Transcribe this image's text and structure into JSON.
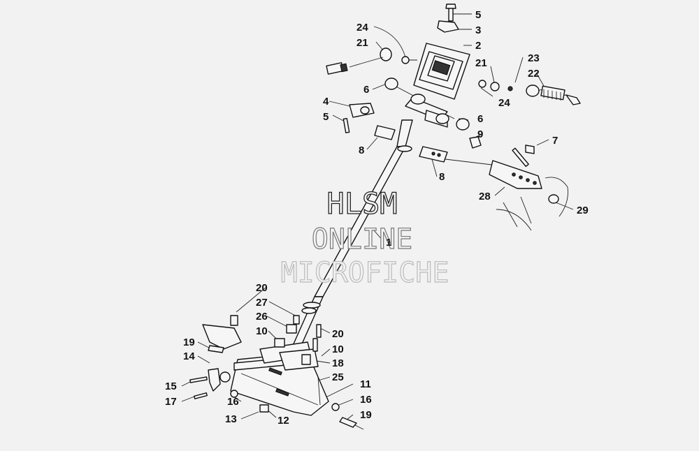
{
  "watermark": {
    "line1": "HLSM",
    "line2": "ONLINE",
    "line3": "MICROFICHE"
  },
  "callouts": [
    {
      "id": "c5a",
      "label": "5"
    },
    {
      "id": "c3",
      "label": "3"
    },
    {
      "id": "c2",
      "label": "2"
    },
    {
      "id": "c24a",
      "label": "24"
    },
    {
      "id": "c21a",
      "label": "21"
    },
    {
      "id": "c23",
      "label": "23"
    },
    {
      "id": "c22",
      "label": "22"
    },
    {
      "id": "c21b",
      "label": "21"
    },
    {
      "id": "c24b",
      "label": "24"
    },
    {
      "id": "c6a",
      "label": "6"
    },
    {
      "id": "c4",
      "label": "4"
    },
    {
      "id": "c5b",
      "label": "5"
    },
    {
      "id": "c6b",
      "label": "6"
    },
    {
      "id": "c9",
      "label": "9"
    },
    {
      "id": "c7",
      "label": "7"
    },
    {
      "id": "c8a",
      "label": "8"
    },
    {
      "id": "c8b",
      "label": "8"
    },
    {
      "id": "c28",
      "label": "28"
    },
    {
      "id": "c29",
      "label": "29"
    },
    {
      "id": "c1",
      "label": "1"
    },
    {
      "id": "c20a",
      "label": "20"
    },
    {
      "id": "c27",
      "label": "27"
    },
    {
      "id": "c26",
      "label": "26"
    },
    {
      "id": "c10a",
      "label": "10"
    },
    {
      "id": "c20b",
      "label": "20"
    },
    {
      "id": "c10b",
      "label": "10"
    },
    {
      "id": "c19a",
      "label": "19"
    },
    {
      "id": "c14",
      "label": "14"
    },
    {
      "id": "c18",
      "label": "18"
    },
    {
      "id": "c25",
      "label": "25"
    },
    {
      "id": "c15",
      "label": "15"
    },
    {
      "id": "c11",
      "label": "11"
    },
    {
      "id": "c17",
      "label": "17"
    },
    {
      "id": "c16a",
      "label": "16"
    },
    {
      "id": "c16b",
      "label": "16"
    },
    {
      "id": "c13",
      "label": "13"
    },
    {
      "id": "c12",
      "label": "12"
    },
    {
      "id": "c19b",
      "label": "19"
    }
  ]
}
